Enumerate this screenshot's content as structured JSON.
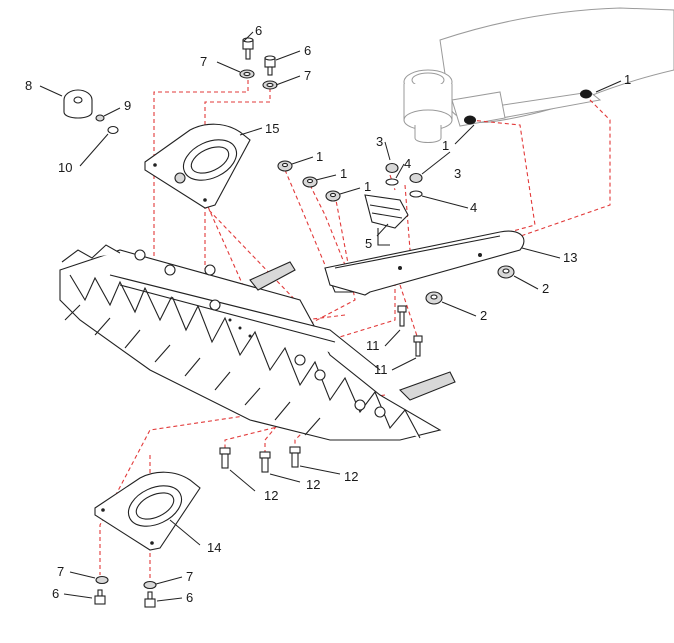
{
  "diagram": {
    "callouts": [
      {
        "id": "c1a",
        "text": "1"
      },
      {
        "id": "c1b",
        "text": "1"
      },
      {
        "id": "c1c",
        "text": "1"
      },
      {
        "id": "c1d",
        "text": "1"
      },
      {
        "id": "c1e",
        "text": "1"
      },
      {
        "id": "c2a",
        "text": "2"
      },
      {
        "id": "c2b",
        "text": "2"
      },
      {
        "id": "c3a",
        "text": "3"
      },
      {
        "id": "c3b",
        "text": "3"
      },
      {
        "id": "c4a",
        "text": "4"
      },
      {
        "id": "c4b",
        "text": "4"
      },
      {
        "id": "c5",
        "text": "5"
      },
      {
        "id": "c6a",
        "text": "6"
      },
      {
        "id": "c6b",
        "text": "6"
      },
      {
        "id": "c6c",
        "text": "6"
      },
      {
        "id": "c6d",
        "text": "6"
      },
      {
        "id": "c7a",
        "text": "7"
      },
      {
        "id": "c7b",
        "text": "7"
      },
      {
        "id": "c7c",
        "text": "7"
      },
      {
        "id": "c7d",
        "text": "7"
      },
      {
        "id": "c8",
        "text": "8"
      },
      {
        "id": "c9",
        "text": "9"
      },
      {
        "id": "c10",
        "text": "10"
      },
      {
        "id": "c11a",
        "text": "11"
      },
      {
        "id": "c11b",
        "text": "11"
      },
      {
        "id": "c12a",
        "text": "12"
      },
      {
        "id": "c12b",
        "text": "12"
      },
      {
        "id": "c12c",
        "text": "12"
      },
      {
        "id": "c13",
        "text": "13"
      },
      {
        "id": "c14",
        "text": "14"
      },
      {
        "id": "c15",
        "text": "15"
      }
    ]
  }
}
